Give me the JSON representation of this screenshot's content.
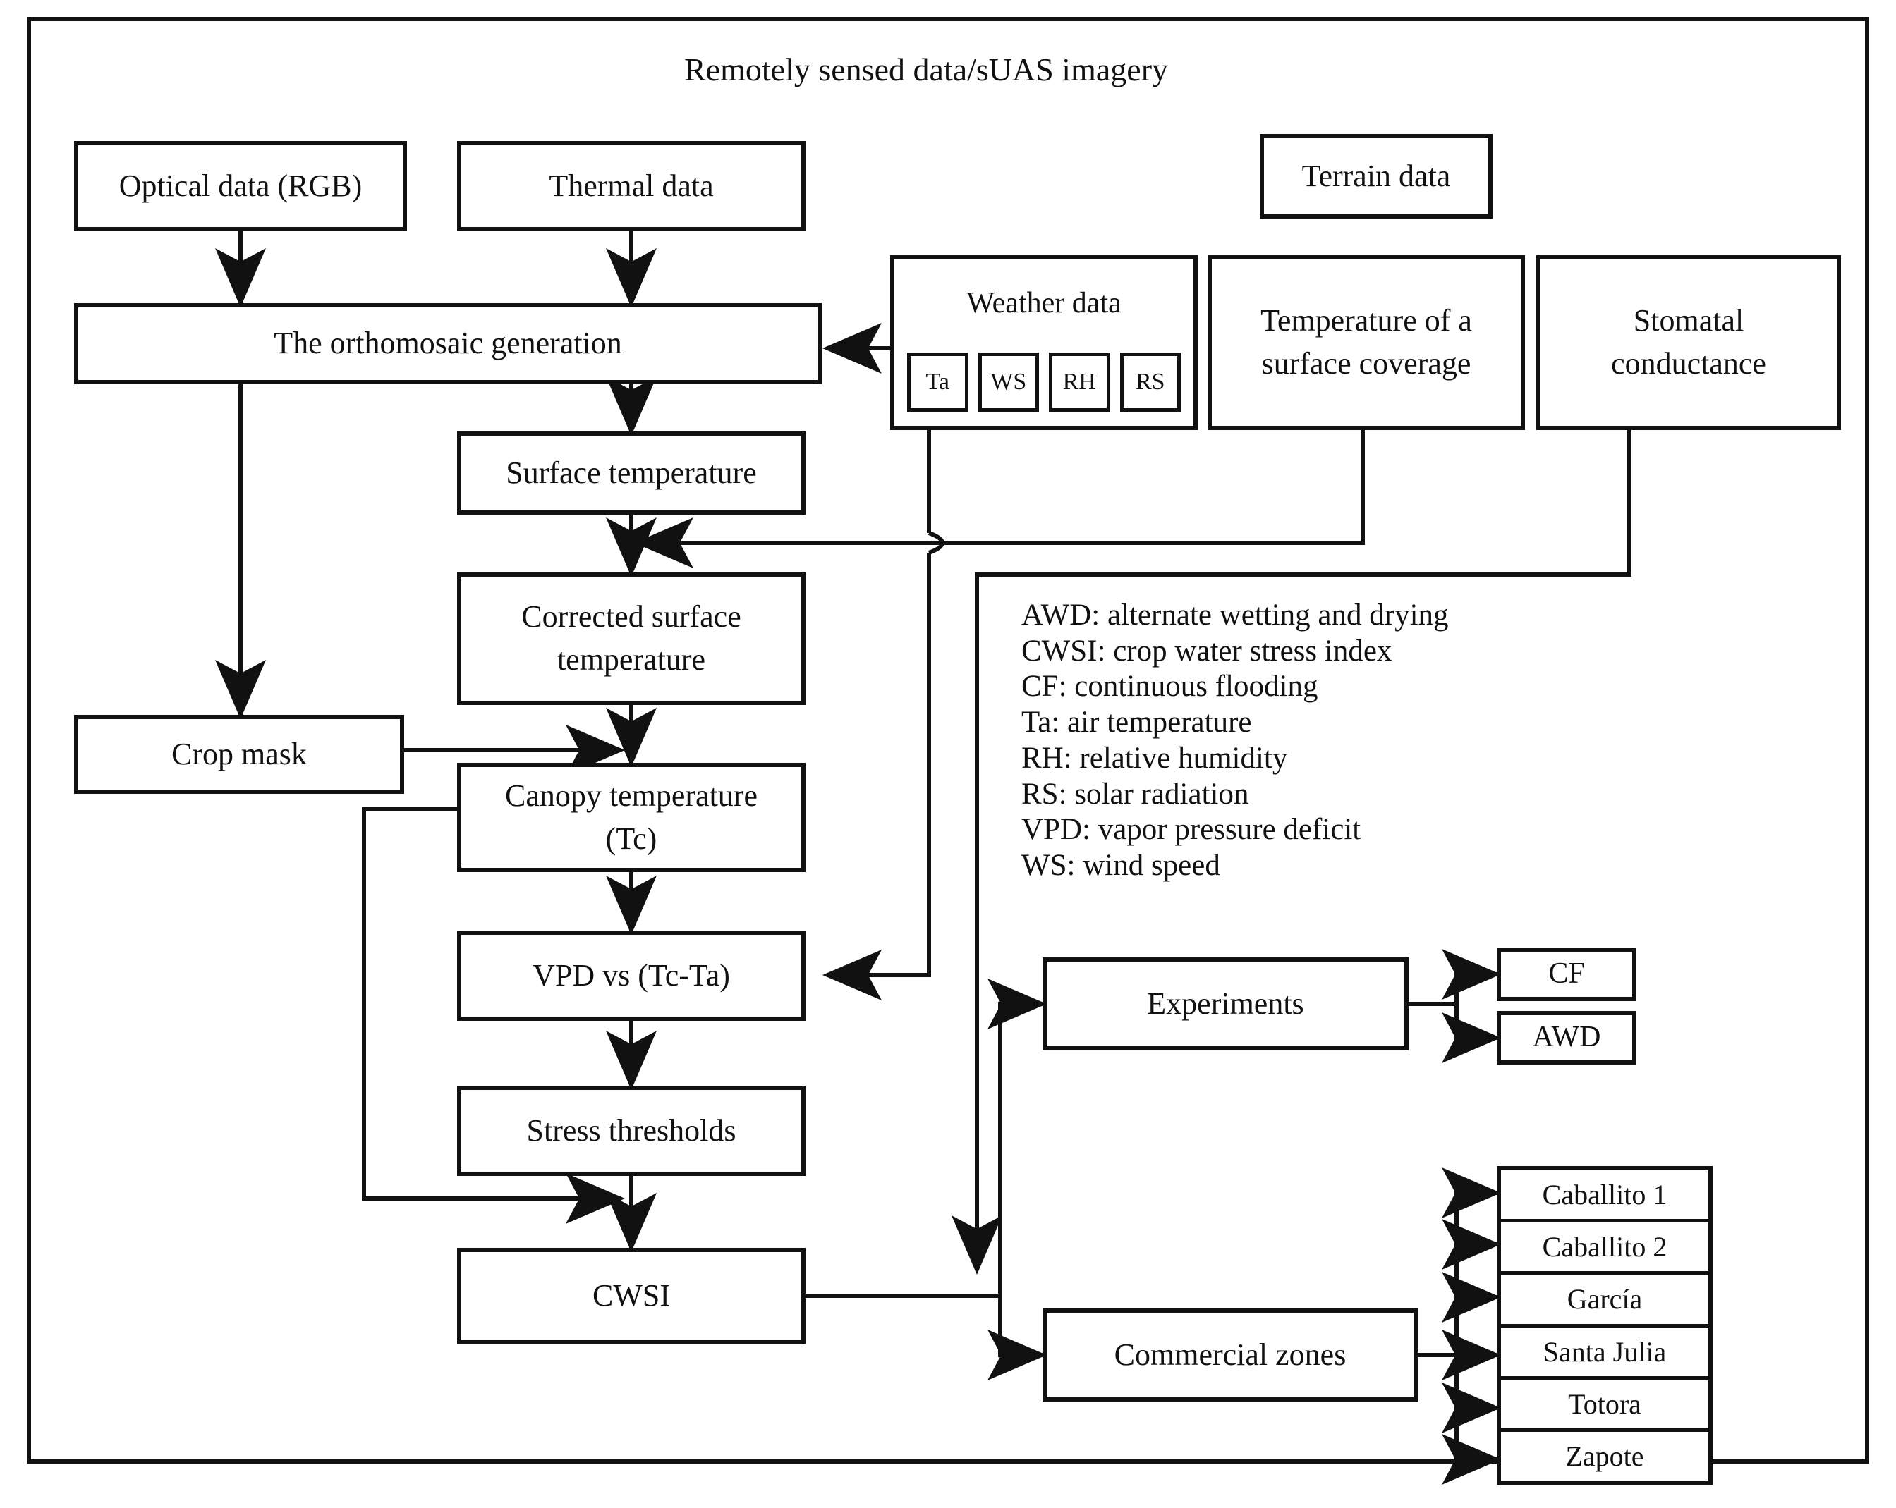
{
  "title": "Remotely sensed data/sUAS imagery",
  "colors": {
    "stroke": "#111111",
    "background": "#ffffff"
  },
  "nodes": {
    "optical_data": "Optical data (RGB)",
    "thermal_data": "Thermal data",
    "terrain_data": "Terrain data",
    "orthomosaic": "The orthomosaic generation",
    "weather_data": "Weather data",
    "temperature_surface_coverage_l1": "Temperature of a",
    "temperature_surface_coverage_l2": "surface coverage",
    "stomatal_conductance_l1": "Stomatal",
    "stomatal_conductance_l2": "conductance",
    "surface_temperature": "Surface temperature",
    "corrected_surface_temperature_l1": "Corrected surface",
    "corrected_surface_temperature_l2": "temperature",
    "crop_mask": "Crop mask",
    "canopy_temperature_l1": "Canopy temperature",
    "canopy_temperature_l2": "(Tc)",
    "vpd_vs": "VPD vs (Tc-Ta)",
    "stress_thresholds": "Stress thresholds",
    "cwsi": "CWSI",
    "experiments": "Experiments",
    "commercial_zones": "Commercial zones"
  },
  "weather_variables": [
    "Ta",
    "WS",
    "RH",
    "RS"
  ],
  "experiment_treatments": [
    "CF",
    "AWD"
  ],
  "commercial_zone_list": [
    "Caballito 1",
    "Caballito 2",
    "García",
    "Santa Julia",
    "Totora",
    "Zapote"
  ],
  "legend": [
    "AWD: alternate  wetting and drying",
    "CWSI: crop water stress index",
    "CF: continuous flooding",
    "Ta: air temperature",
    "RH: relative humidity",
    "RS: solar radiation",
    "VPD: vapor pressure deficit",
    "WS: wind speed"
  ]
}
